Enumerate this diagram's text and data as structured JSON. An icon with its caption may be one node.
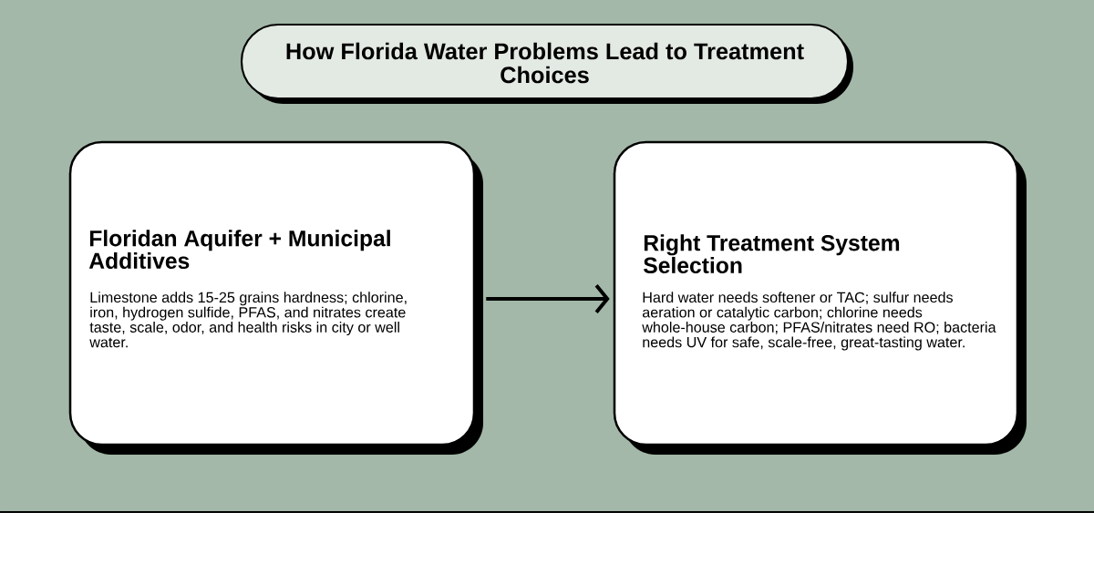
{
  "diagram": {
    "title": "How Florida Water Problems Lead to Treatment Choices",
    "nodes": [
      {
        "text": [
          "Floridan Aquifer + Municipal Additives",
          "Limestone adds 15-25 grains hardness; chlorine, iron, hydrogen sulfide, PFAS, and nitrates create taste, scale, odor, and health risks in city or well water."
        ]
      },
      {
        "text": [
          "Right Treatment System Selection",
          "Hard water needs softener or TAC; sulfur needs aeration or catalytic carbon; chlorine needs whole-house carbon; PFAS/nitrates need RO; bacteria needs UV for safe, scale-free, great-tasting water."
        ]
      }
    ],
    "edges": [
      {
        "from": 0,
        "to": 1,
        "arrow": "to"
      }
    ]
  }
}
